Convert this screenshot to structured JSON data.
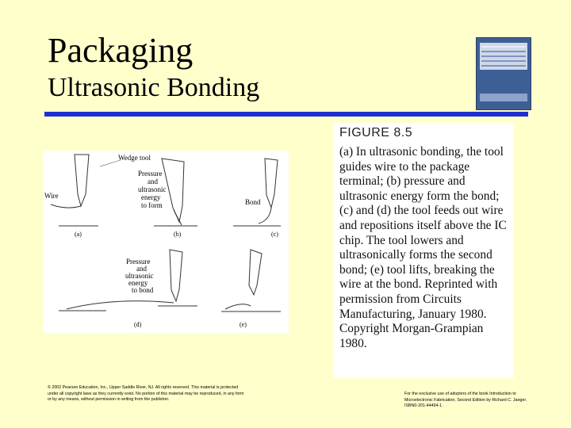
{
  "slide": {
    "title": "Packaging",
    "subtitle": "Ultrasonic Bonding"
  },
  "figure": {
    "labels": {
      "wedge_tool": "Wedge tool",
      "pressure_1": "Pressure",
      "and_1": "and",
      "ultrasonic_1": "ultrasonic",
      "energy_1": "energy",
      "to_form": "to form",
      "wire": "Wire",
      "bond": "Bond",
      "pressure_2": "Pressure",
      "and_2": "and",
      "ultrasonic_2": "ultrasonic",
      "energy_2": "energy",
      "to_bond": "to bond",
      "part_a": "(a)",
      "part_b": "(b)",
      "part_c": "(c)",
      "part_d": "(d)",
      "part_e": "(e)"
    }
  },
  "caption": {
    "heading": "FIGURE 8.5",
    "text": "(a) In ultrasonic bonding, the tool guides wire to the package terminal; (b) pressure and ultrasonic energy form the bond; (c) and (d) the tool feeds out wire and repositions itself above the IC chip. The tool lowers and ultrasonically forms the second bond; (e) tool lifts, breaking the wire at the bond. Reprinted with permission from Circuits Manufacturing, January 1980. Copyright Morgan-Grampian 1980."
  },
  "footer": {
    "left": "© 2002 Pearson Education, Inc., Upper Saddle River, NJ. All rights reserved. This material is protected under all copyright laws as they currently exist. No portion of this material may be reproduced, in any form or by any means, without permission in writing from the publisher.",
    "right": "For the exclusive use of adopters of the book Introduction to Microelectronic Fabrication, Second Edition by Richard C. Jaeger. ISBN0-201-44494-1."
  }
}
